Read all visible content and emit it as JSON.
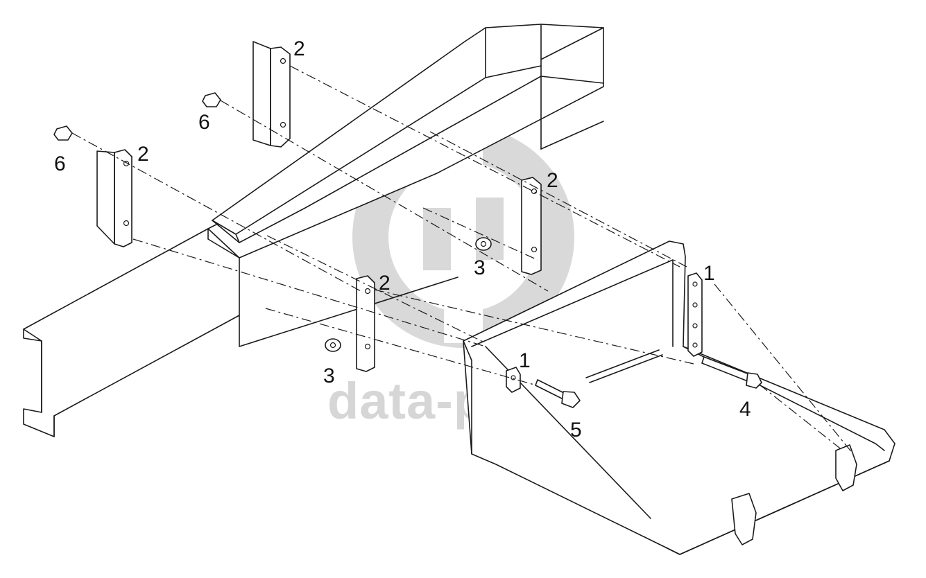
{
  "watermark": {
    "text": "data-parts",
    "color": "#d6d6d6"
  },
  "callouts": [
    {
      "id": "c2a",
      "text": "2"
    },
    {
      "id": "c2b",
      "text": "2"
    },
    {
      "id": "c2c",
      "text": "2"
    },
    {
      "id": "c2d",
      "text": "2"
    },
    {
      "id": "c6a",
      "text": "6"
    },
    {
      "id": "c6b",
      "text": "6"
    },
    {
      "id": "c3a",
      "text": "3"
    },
    {
      "id": "c3b",
      "text": "3"
    },
    {
      "id": "c1a",
      "text": "1"
    },
    {
      "id": "c1b",
      "text": "1"
    },
    {
      "id": "c4",
      "text": "4"
    },
    {
      "id": "c5",
      "text": "5"
    }
  ],
  "colors": {
    "line": "#1a1a1a",
    "background": "#ffffff",
    "watermark": "#d6d6d6"
  }
}
